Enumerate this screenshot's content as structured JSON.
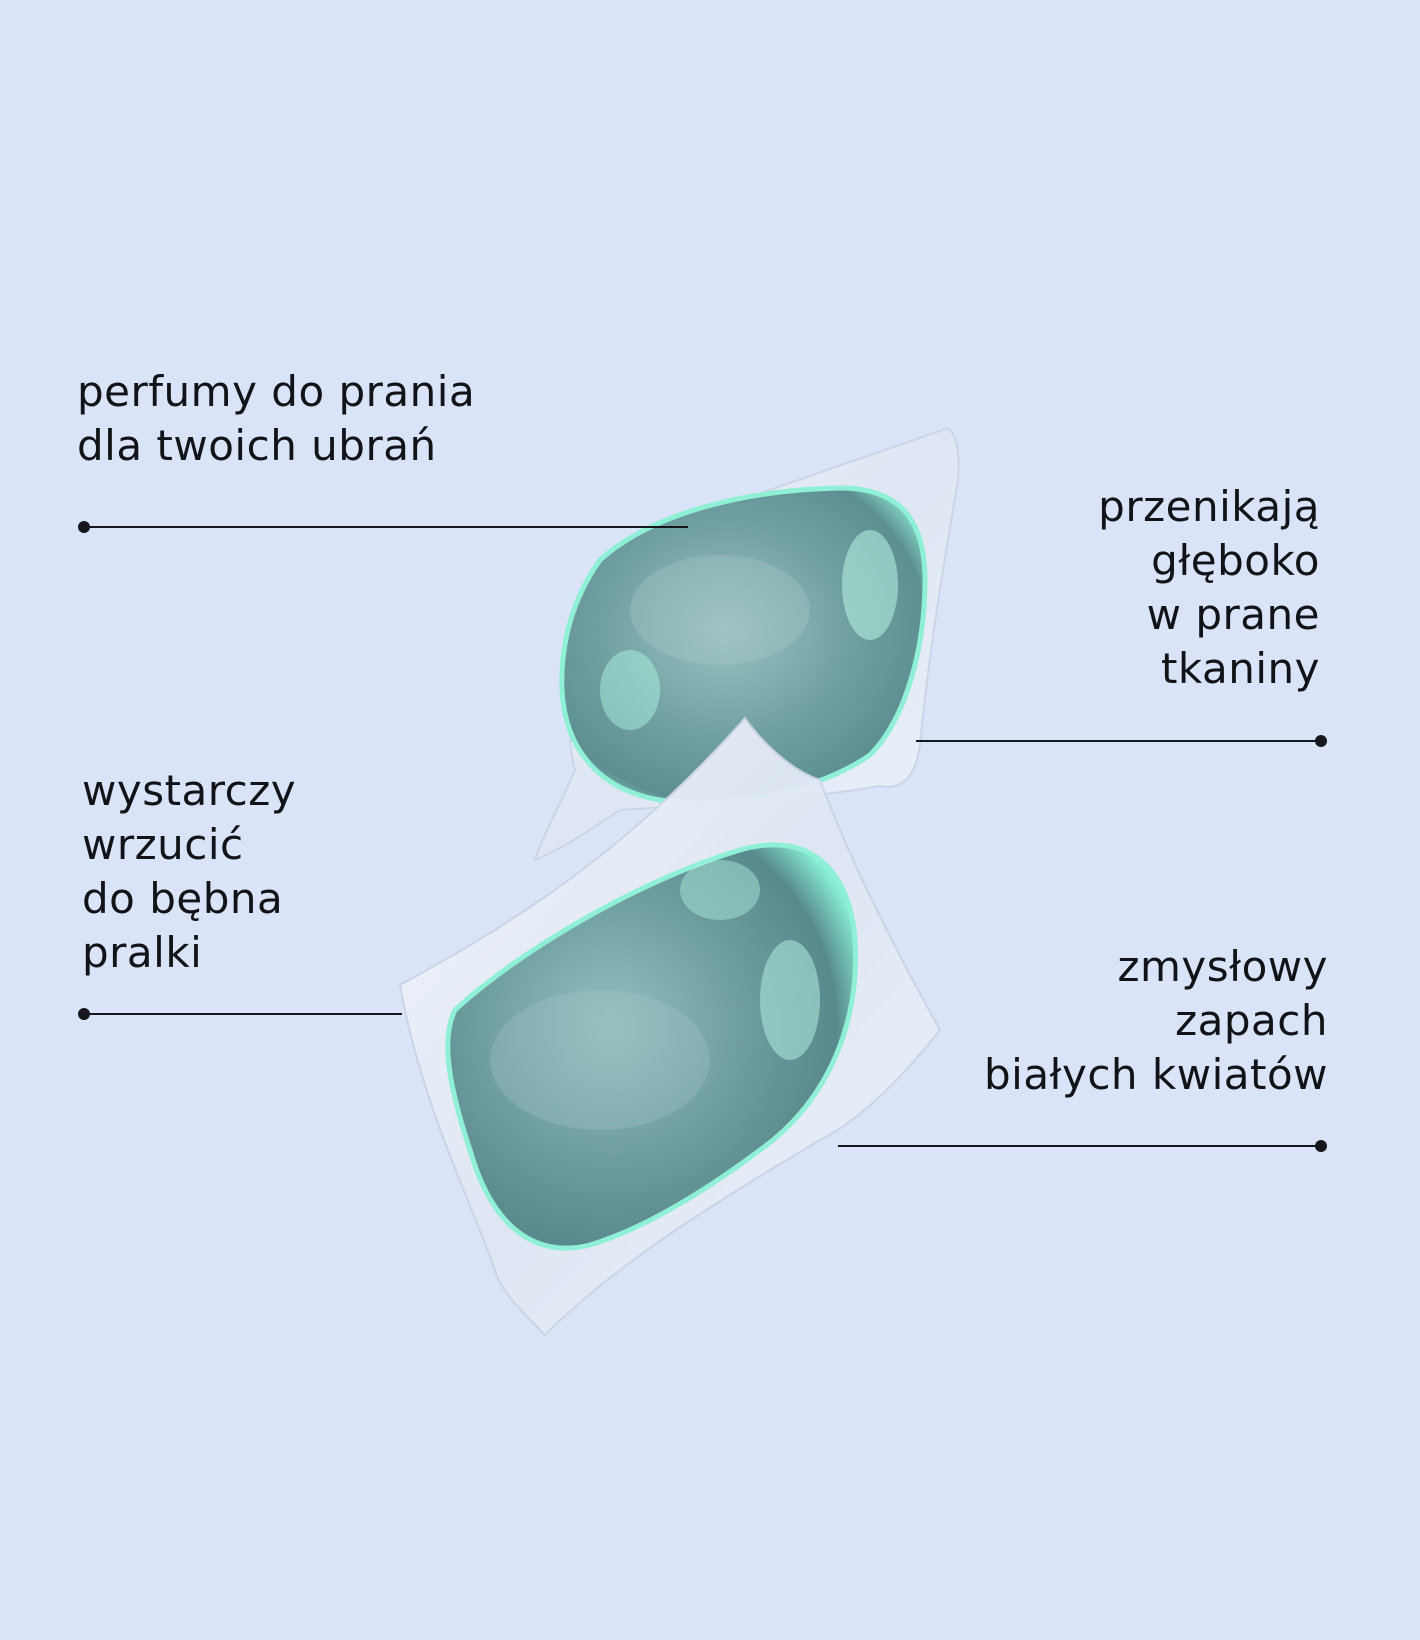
{
  "callouts": {
    "top_left": "perfumy do prania\ndla twoich ubrań",
    "top_right": "przenikają\ngłęboko\nw prane\ntkaniny",
    "middle_left": "wystarczy\nwrzucić\ndo bębna\npralki",
    "bottom_right": "zmysłowy\nzapach\nbiałych kwiatów"
  },
  "colors": {
    "background": "#d9e4f8",
    "text": "#111318",
    "gel_capsule": "#7fb3b0",
    "gel_highlight": "#7ff0d4",
    "film_wrapper": "#eef3fb"
  },
  "icons": {
    "upper_product": "laundry-pod-illustration",
    "lower_product": "laundry-pod-illustration"
  }
}
